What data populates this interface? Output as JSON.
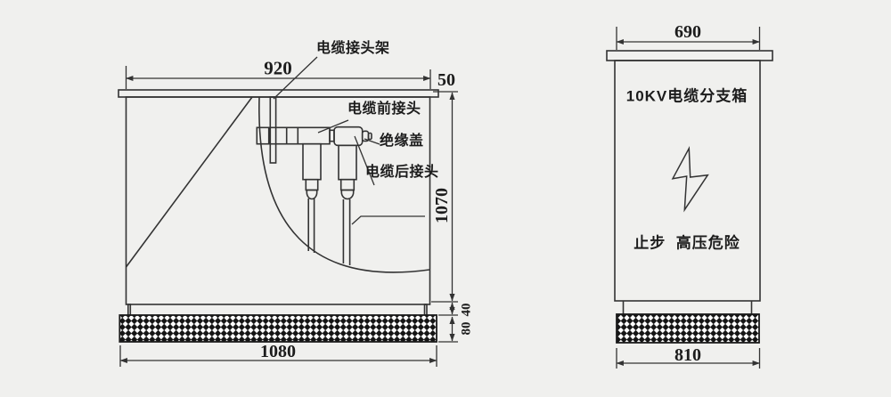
{
  "drawing": {
    "background_color": "#f0f0ee",
    "line_color": "#333333"
  },
  "left_view": {
    "labels": {
      "rack": "电缆接头架",
      "front_connector": "电缆前接头",
      "insulation_cover": "绝缘盖",
      "rear_connector": "电缆后接头"
    },
    "dimensions": {
      "top_width": "920",
      "lid_overhang": "50",
      "body_height": "1070",
      "gap": "40",
      "base_height": "80",
      "base_width": "1080"
    }
  },
  "right_view": {
    "title": "10KV电缆分支箱",
    "warning": "止步  高压危险",
    "dimensions": {
      "top_width": "690",
      "base_width": "810"
    }
  }
}
